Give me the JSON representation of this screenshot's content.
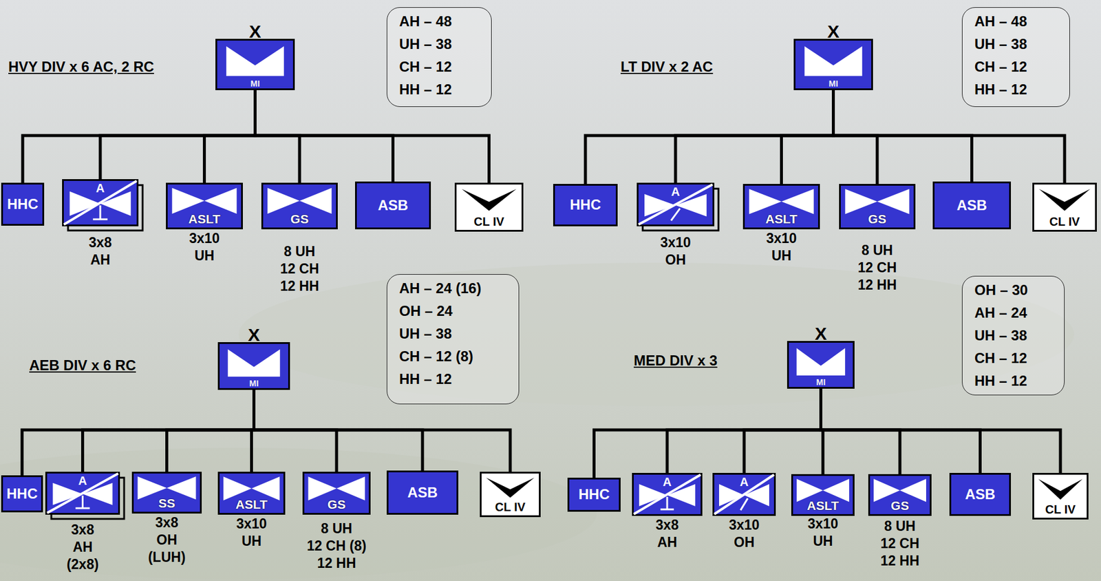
{
  "diagram": {
    "nodes": [
      {
        "text": [
          "X",
          "MI"
        ]
      },
      {
        "text": [
          "AH – 48",
          "UH – 38",
          "CH – 12",
          "HH – 12"
        ]
      },
      {
        "text": [
          "HHC"
        ]
      },
      {
        "text": [
          "A",
          "3x8 AH"
        ]
      },
      {
        "text": [
          "ASLT",
          "3x10 UH"
        ]
      },
      {
        "text": [
          "GS",
          "8 UH",
          "12 CH",
          "12 HH"
        ]
      },
      {
        "text": [
          "ASB"
        ]
      },
      {
        "text": [
          "CL IV"
        ]
      },
      {
        "text": [
          "X",
          "MI"
        ]
      },
      {
        "text": [
          "AH – 48",
          "UH – 38",
          "CH – 12",
          "HH – 12"
        ]
      },
      {
        "text": [
          "HHC"
        ]
      },
      {
        "text": [
          "A",
          "3x10 OH"
        ]
      },
      {
        "text": [
          "ASLT",
          "3x10 UH"
        ]
      },
      {
        "text": [
          "GS",
          "8 UH",
          "12 CH",
          "12 HH"
        ]
      },
      {
        "text": [
          "ASB"
        ]
      },
      {
        "text": [
          "CL IV"
        ]
      },
      {
        "text": [
          "X",
          "MI"
        ]
      },
      {
        "text": [
          "AH – 24 (16)",
          "OH – 24",
          "UH – 38",
          "CH – 12 (8)",
          "HH – 12"
        ]
      },
      {
        "text": [
          "HHC"
        ]
      },
      {
        "text": [
          "A",
          "3x8 AH (2x8)"
        ]
      },
      {
        "text": [
          "SS",
          "3x8 OH (LUH)"
        ]
      },
      {
        "text": [
          "ASLT",
          "3x10 UH"
        ]
      },
      {
        "text": [
          "GS",
          "8 UH",
          "12 CH (8)",
          "12 HH"
        ]
      },
      {
        "text": [
          "ASB"
        ]
      },
      {
        "text": [
          "CL IV"
        ]
      },
      {
        "text": [
          "X",
          "MI"
        ]
      },
      {
        "text": [
          "OH – 30",
          "AH – 24",
          "UH – 38",
          "CH – 12",
          "HH – 12"
        ]
      },
      {
        "text": [
          "HHC"
        ]
      },
      {
        "text": [
          "A",
          "3x8 AH"
        ]
      },
      {
        "text": [
          "A",
          "3x10 OH"
        ]
      },
      {
        "text": [
          "ASLT",
          "3x10 UH"
        ]
      },
      {
        "text": [
          "GS",
          "8 UH",
          "12 CH",
          "12 HH"
        ]
      },
      {
        "text": [
          "ASB"
        ]
      },
      {
        "text": [
          "CL IV"
        ]
      }
    ],
    "edges": [
      {
        "from": 0,
        "to": 2,
        "arrow": "none"
      },
      {
        "from": 0,
        "to": 3,
        "arrow": "none"
      },
      {
        "from": 0,
        "to": 4,
        "arrow": "none"
      },
      {
        "from": 0,
        "to": 5,
        "arrow": "none"
      },
      {
        "from": 0,
        "to": 6,
        "arrow": "none"
      },
      {
        "from": 0,
        "to": 7,
        "arrow": "none"
      },
      {
        "from": 8,
        "to": 10,
        "arrow": "none"
      },
      {
        "from": 8,
        "to": 11,
        "arrow": "none"
      },
      {
        "from": 8,
        "to": 12,
        "arrow": "none"
      },
      {
        "from": 8,
        "to": 13,
        "arrow": "none"
      },
      {
        "from": 8,
        "to": 14,
        "arrow": "none"
      },
      {
        "from": 8,
        "to": 15,
        "arrow": "none"
      },
      {
        "from": 16,
        "to": 18,
        "arrow": "none"
      },
      {
        "from": 16,
        "to": 19,
        "arrow": "none"
      },
      {
        "from": 16,
        "to": 20,
        "arrow": "none"
      },
      {
        "from": 16,
        "to": 21,
        "arrow": "none"
      },
      {
        "from": 16,
        "to": 22,
        "arrow": "none"
      },
      {
        "from": 16,
        "to": 23,
        "arrow": "none"
      },
      {
        "from": 16,
        "to": 24,
        "arrow": "none"
      },
      {
        "from": 25,
        "to": 27,
        "arrow": "none"
      },
      {
        "from": 25,
        "to": 28,
        "arrow": "none"
      },
      {
        "from": 25,
        "to": 29,
        "arrow": "none"
      },
      {
        "from": 25,
        "to": 30,
        "arrow": "none"
      },
      {
        "from": 25,
        "to": 31,
        "arrow": "none"
      },
      {
        "from": 25,
        "to": 32,
        "arrow": "none"
      },
      {
        "from": 25,
        "to": 33,
        "arrow": "none"
      }
    ],
    "labels": [
      "HVY DIV x 6 AC, 2 RC",
      "LT DIV x 2 AC",
      "AEB DIV x 6 RC",
      "MED DIV x 3"
    ]
  }
}
